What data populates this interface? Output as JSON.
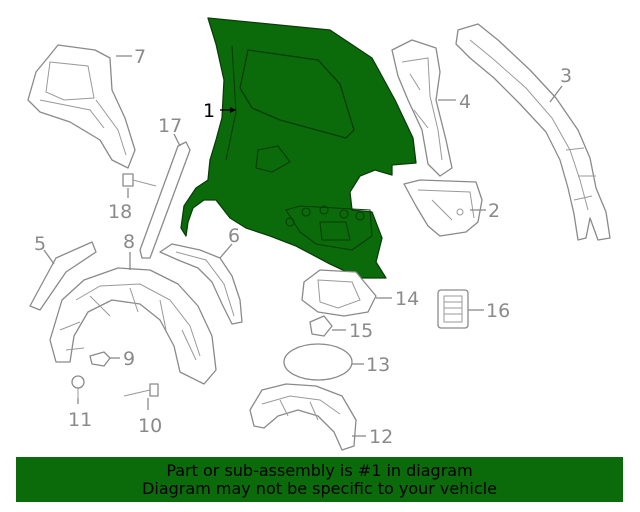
{
  "colors": {
    "highlight": "#0b6b0b",
    "banner_bg": "#0b6b0b",
    "banner_text": "#000000",
    "line": "#8a8a8a",
    "background": "#ffffff"
  },
  "callouts": {
    "c1": "1",
    "c2": "2",
    "c3": "3",
    "c4": "4",
    "c5": "5",
    "c6": "6",
    "c7": "7",
    "c8": "8",
    "c9": "9",
    "c10": "10",
    "c11": "11",
    "c12": "12",
    "c13": "13",
    "c14": "14",
    "c15": "15",
    "c16": "16",
    "c17": "17",
    "c18": "18"
  },
  "highlighted_part": "1",
  "banner": {
    "line1": "Part or sub-assembly is #1 in diagram",
    "line2": "Diagram may not be specific to your vehicle"
  }
}
